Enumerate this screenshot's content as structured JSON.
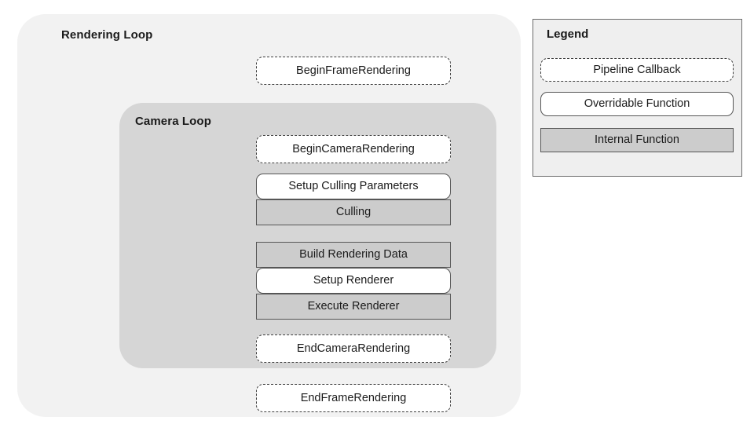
{
  "diagram": {
    "title": "Rendering Loop",
    "outer_container": {
      "label": "Rendering Loop",
      "background": "#f2f2f2"
    },
    "inner_container": {
      "label": "Camera Loop",
      "background": "#d6d6d6"
    },
    "nodes": [
      {
        "label": "BeginFrameRendering",
        "kind": "callback",
        "scope": "rendering-loop"
      },
      {
        "label": "BeginCameraRendering",
        "kind": "callback",
        "scope": "camera-loop"
      },
      {
        "label": "Setup Culling Parameters",
        "kind": "overridable",
        "scope": "camera-loop"
      },
      {
        "label": "Culling",
        "kind": "internal",
        "scope": "camera-loop"
      },
      {
        "label": "Build Rendering Data",
        "kind": "internal",
        "scope": "camera-loop"
      },
      {
        "label": "Setup Renderer",
        "kind": "overridable",
        "scope": "camera-loop"
      },
      {
        "label": "Execute Renderer",
        "kind": "internal",
        "scope": "camera-loop"
      },
      {
        "label": "EndCameraRendering",
        "kind": "callback",
        "scope": "camera-loop"
      },
      {
        "label": "EndFrameRendering",
        "kind": "callback",
        "scope": "rendering-loop"
      }
    ]
  },
  "legend": {
    "title": "Legend",
    "items": [
      {
        "label": "Pipeline Callback",
        "kind": "callback",
        "fill": "#ffffff",
        "border": "dashed"
      },
      {
        "label": "Overridable Function",
        "kind": "overridable",
        "fill": "#ffffff",
        "border": "solid-rounded"
      },
      {
        "label": "Internal Function",
        "kind": "internal",
        "fill": "#cccccc",
        "border": "solid-square"
      }
    ]
  },
  "colors": {
    "page_background": "#ffffff",
    "outer_panel": "#f2f2f2",
    "inner_panel": "#d6d6d6",
    "internal_fill": "#cccccc",
    "box_fill": "#ffffff",
    "stroke": "#565656",
    "dashed_stroke": "#3d3d3d",
    "text": "#1a1a1a",
    "legend_panel": "#efefef",
    "legend_border": "#6b6b6b"
  }
}
